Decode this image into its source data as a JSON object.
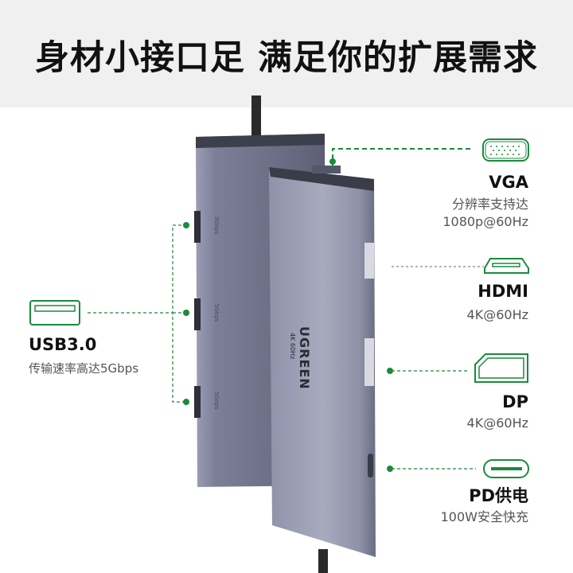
{
  "headline": "身材小接口足 满足你的扩展需求",
  "brand": {
    "name": "UGREEN",
    "tagline": "4K 60Hz"
  },
  "accent_color": "#1b8a3c",
  "ports": {
    "vga": {
      "label": "VGA",
      "desc1": "分辨率支持达",
      "desc2": "1080p@60Hz",
      "icon": "vga-port-icon"
    },
    "hdmi": {
      "label": "HDMI",
      "desc": "4K@60Hz",
      "icon": "hdmi-port-icon"
    },
    "dp": {
      "label": "DP",
      "desc": "4K@60Hz",
      "icon": "displayport-icon"
    },
    "pd": {
      "label": "PD供电",
      "desc": "100W安全快充",
      "icon": "usb-c-port-icon"
    },
    "usb": {
      "label": "USB3.0",
      "desc": "传输速率高达5Gbps",
      "icon": "usb-a-port-icon"
    }
  },
  "usb_port_marks": [
    "5Gbps",
    "5Gbps",
    "5Gbps"
  ]
}
